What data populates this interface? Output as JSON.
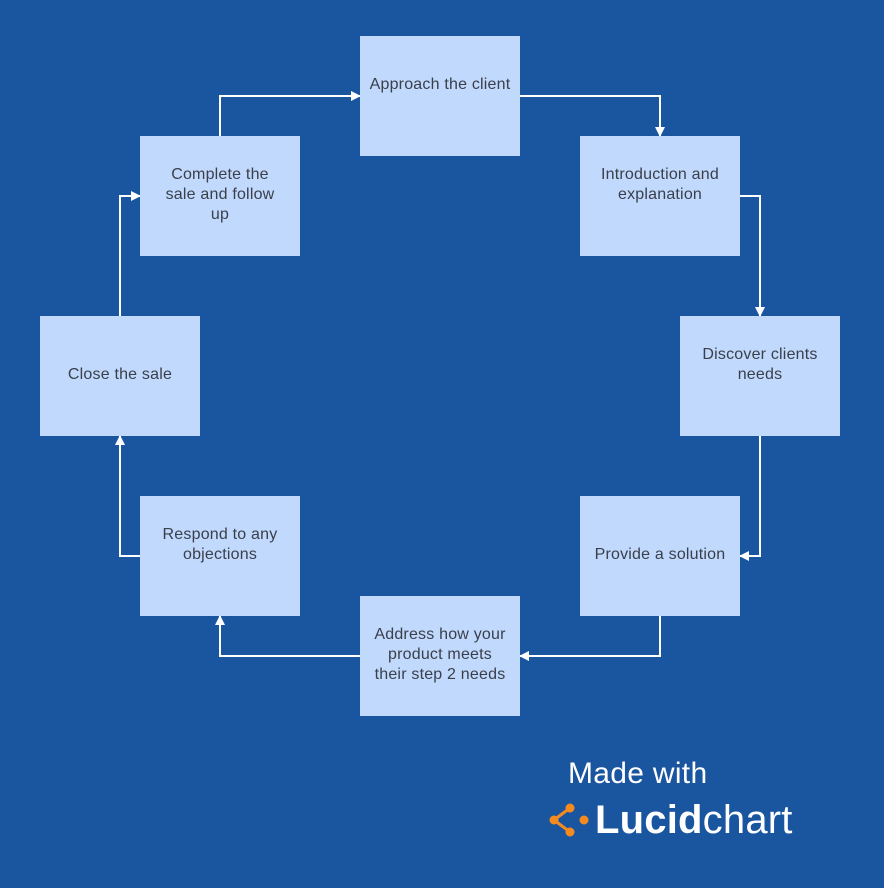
{
  "diagram": {
    "steps": [
      "Approach the client",
      "Introduction and explanation",
      "Discover clients needs",
      "Provide a solution",
      "Address how your product meets their step 2 needs",
      "Respond to any objections",
      "Close the sale",
      "Complete the sale and follow up"
    ]
  },
  "branding": {
    "prefix": "Made with",
    "name_bold": "Lucid",
    "name_light": "chart",
    "logo_icon": "lucidchart-logo-icon",
    "logo_color": "#f58b1f"
  },
  "colors": {
    "background": "#1a55a0",
    "node_fill": "#c0d9fd",
    "node_text": "#3a3f4a",
    "connector": "#ffffff"
  }
}
